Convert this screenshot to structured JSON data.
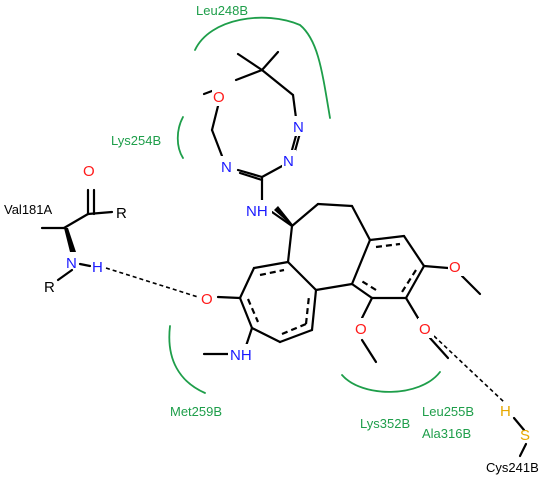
{
  "colors": {
    "residue": "#1e9e4a",
    "nitrogen": "#1a1aff",
    "oxygen": "#ff1a1a",
    "sulfur": "#e6a800",
    "carbon": "#000000"
  },
  "residues": {
    "leu248b": "Leu248B",
    "lys254b": "Lys254B",
    "val181a": "Val181A",
    "met259b": "Met259B",
    "lys352b": "Lys352B",
    "leu255b": "Leu255B",
    "ala316b": "Ala316B",
    "cys241b": "Cys241B"
  },
  "atoms": {
    "n": "N",
    "o": "O",
    "h": "H",
    "s": "S",
    "r": "R",
    "nh": "NH"
  }
}
